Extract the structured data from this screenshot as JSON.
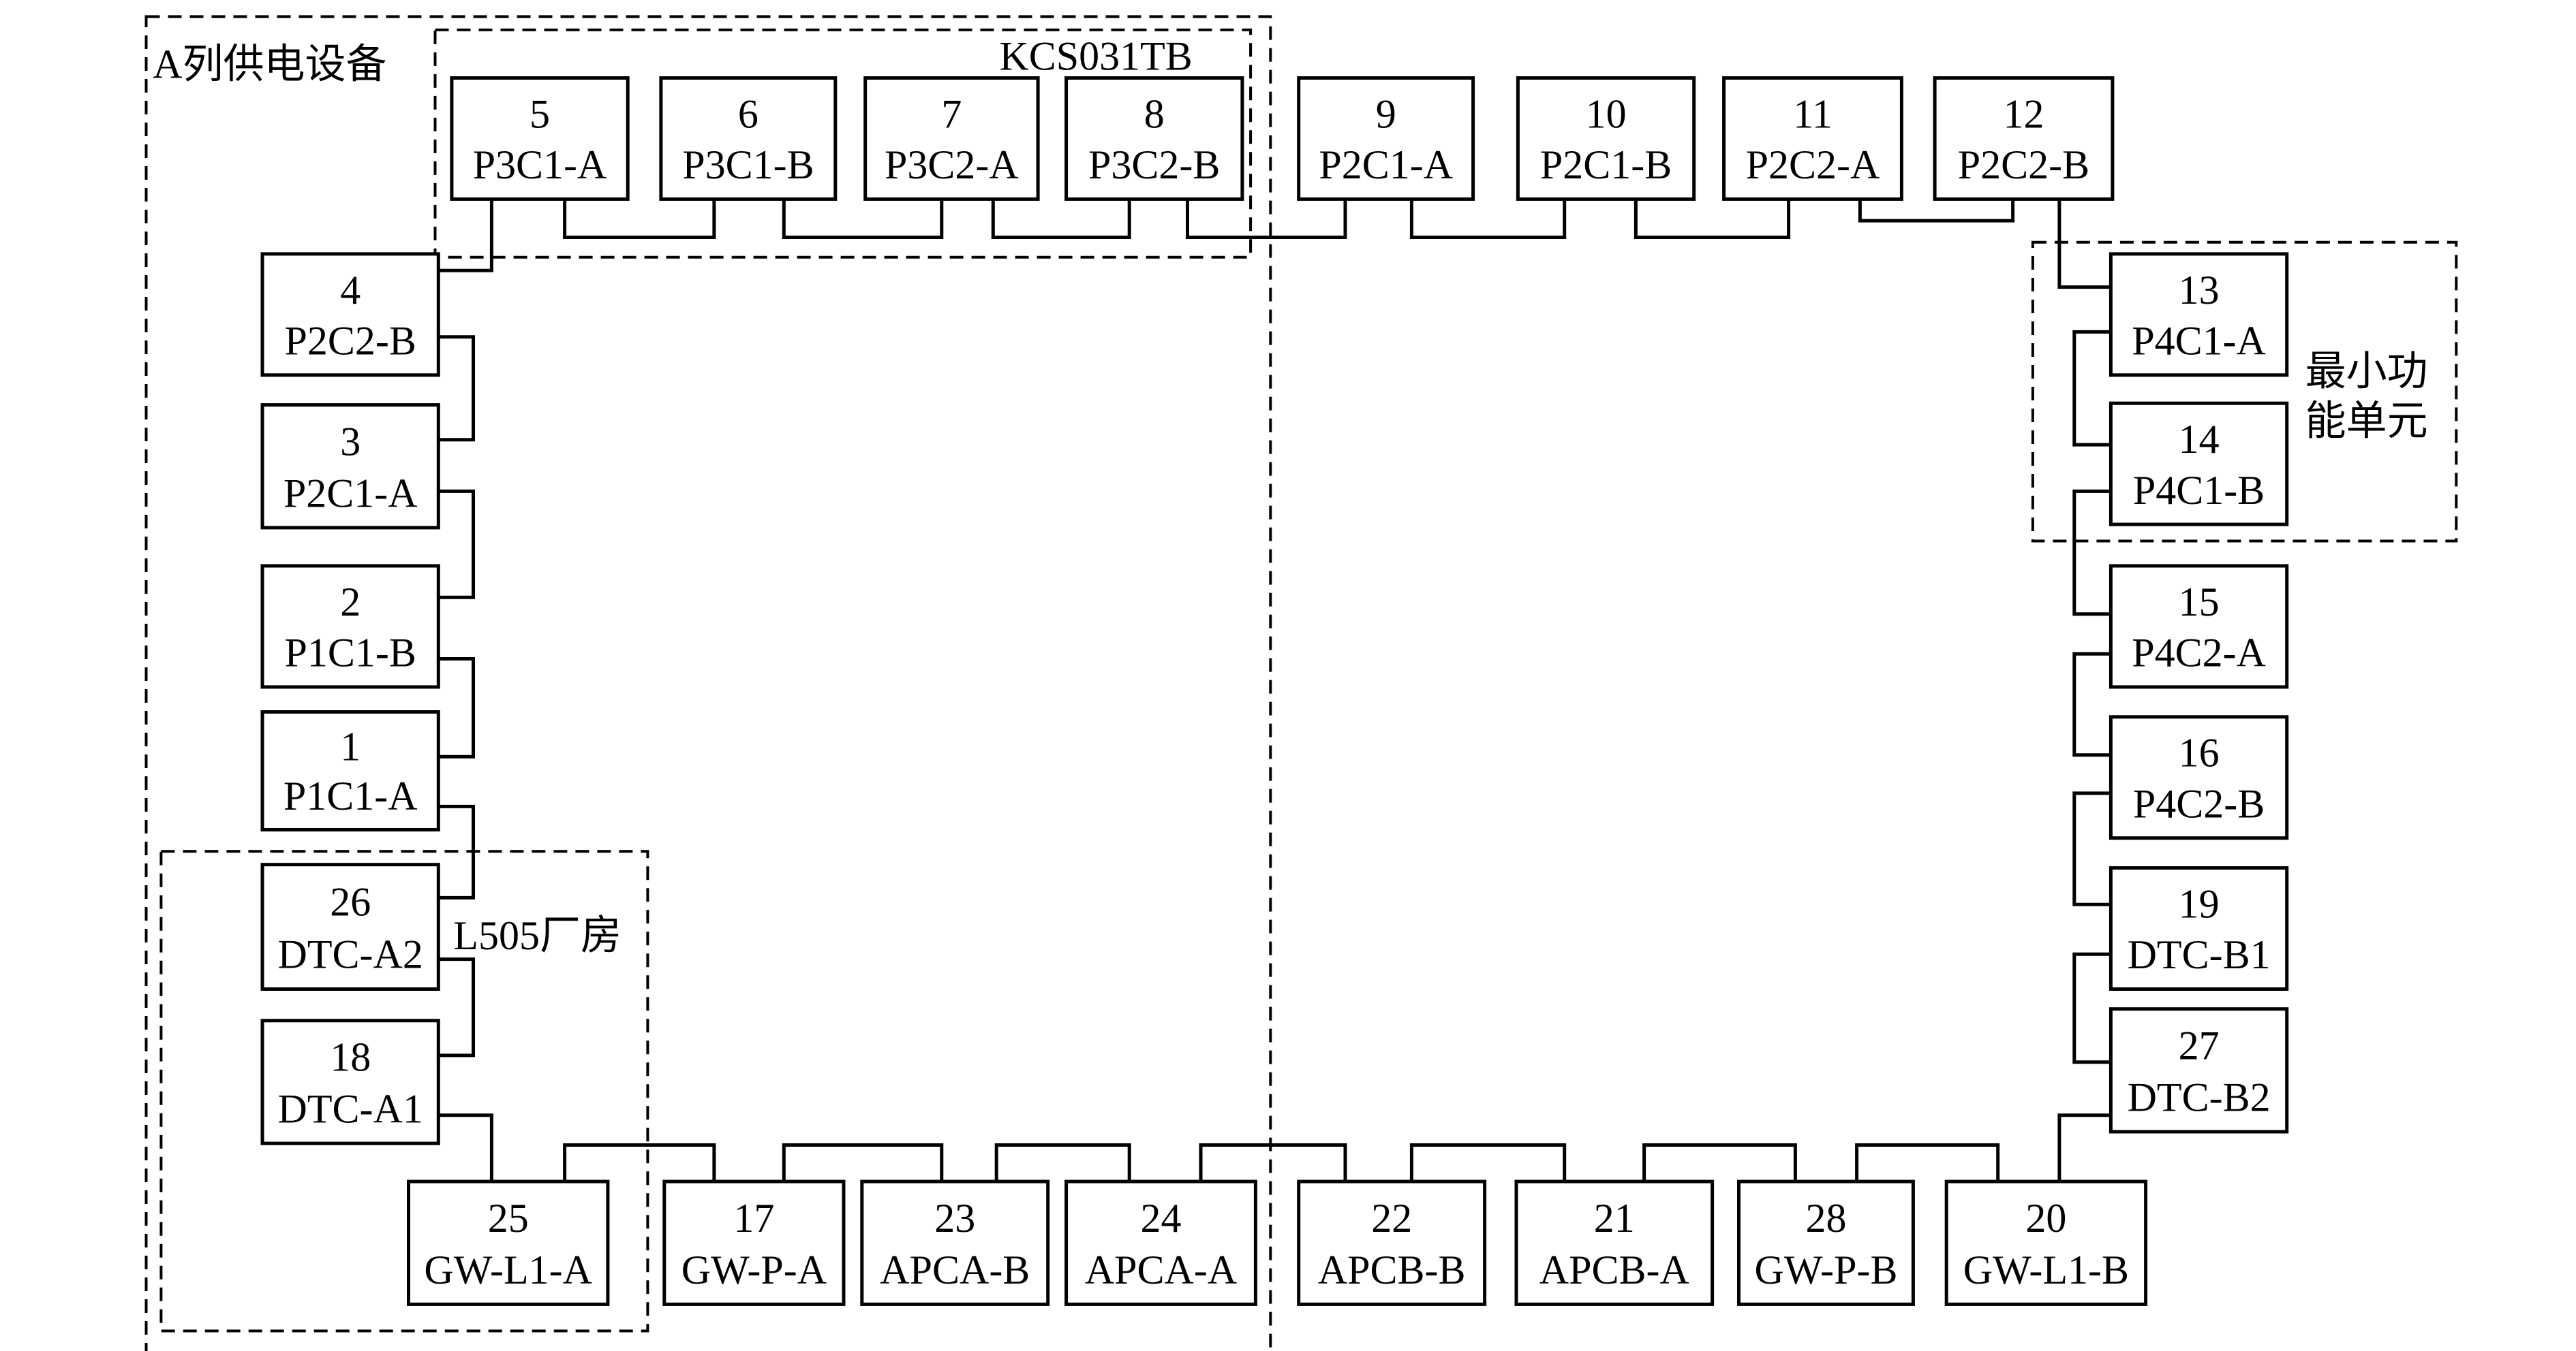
{
  "groups": [
    {
      "id": "a-train-power",
      "label": "A列供电设备"
    },
    {
      "id": "kcs031tb",
      "label": "KCS031TB"
    },
    {
      "id": "min-function-unit",
      "label": "最小功能单元"
    },
    {
      "id": "l505-plant",
      "label": "L505厂房"
    }
  ],
  "nodes": [
    {
      "id": "n1",
      "num": "1",
      "name": "P1C1-A"
    },
    {
      "id": "n2",
      "num": "2",
      "name": "P1C1-B"
    },
    {
      "id": "n3",
      "num": "3",
      "name": "P2C1-A"
    },
    {
      "id": "n4",
      "num": "4",
      "name": "P2C2-B"
    },
    {
      "id": "n5",
      "num": "5",
      "name": "P3C1-A"
    },
    {
      "id": "n6",
      "num": "6",
      "name": "P3C1-B"
    },
    {
      "id": "n7",
      "num": "7",
      "name": "P3C2-A"
    },
    {
      "id": "n8",
      "num": "8",
      "name": "P3C2-B"
    },
    {
      "id": "n9",
      "num": "9",
      "name": "P2C1-A"
    },
    {
      "id": "n10",
      "num": "10",
      "name": "P2C1-B"
    },
    {
      "id": "n11",
      "num": "11",
      "name": "P2C2-A"
    },
    {
      "id": "n12",
      "num": "12",
      "name": "P2C2-B"
    },
    {
      "id": "n13",
      "num": "13",
      "name": "P4C1-A"
    },
    {
      "id": "n14",
      "num": "14",
      "name": "P4C1-B"
    },
    {
      "id": "n15",
      "num": "15",
      "name": "P4C2-A"
    },
    {
      "id": "n16",
      "num": "16",
      "name": "P4C2-B"
    },
    {
      "id": "n19",
      "num": "19",
      "name": "DTC-B1"
    },
    {
      "id": "n27",
      "num": "27",
      "name": "DTC-B2"
    },
    {
      "id": "n20",
      "num": "20",
      "name": "GW-L1-B"
    },
    {
      "id": "n28",
      "num": "28",
      "name": "GW-P-B"
    },
    {
      "id": "n21",
      "num": "21",
      "name": "APCB-A"
    },
    {
      "id": "n22",
      "num": "22",
      "name": "APCB-B"
    },
    {
      "id": "n24",
      "num": "24",
      "name": "APCA-A"
    },
    {
      "id": "n23",
      "num": "23",
      "name": "APCA-B"
    },
    {
      "id": "n17",
      "num": "17",
      "name": "GW-P-A"
    },
    {
      "id": "n25",
      "num": "25",
      "name": "GW-L1-A"
    },
    {
      "id": "n18",
      "num": "18",
      "name": "DTC-A1"
    },
    {
      "id": "n26",
      "num": "26",
      "name": "DTC-A2"
    }
  ]
}
